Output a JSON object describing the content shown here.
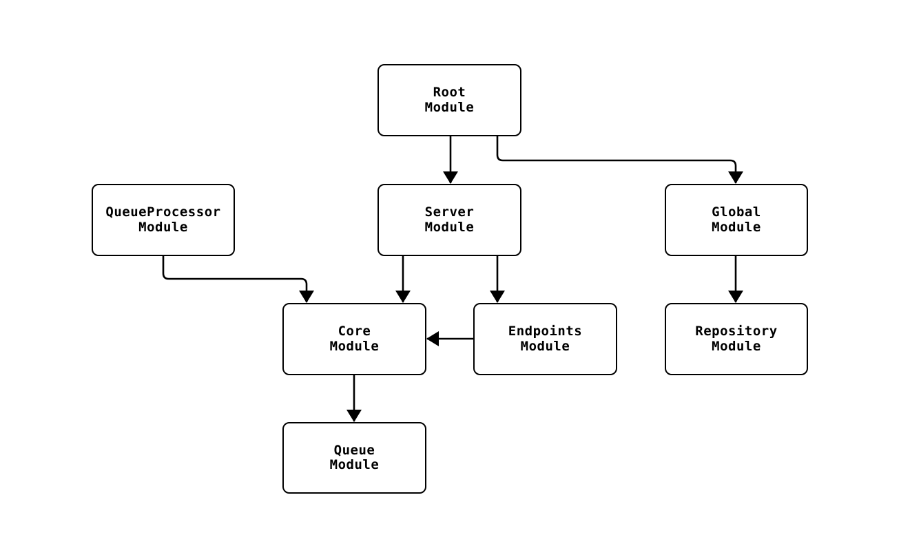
{
  "diagram": {
    "background_color": "#ffffff",
    "node_fill_color": "#ffffff",
    "stroke_color": "#000000",
    "text_color": "#000000",
    "nodes": [
      {
        "id": "root",
        "line1": "Root",
        "line2": "Module"
      },
      {
        "id": "queueprocessor",
        "line1": "QueueProcessor",
        "line2": "Module"
      },
      {
        "id": "server",
        "line1": "Server",
        "line2": "Module"
      },
      {
        "id": "global",
        "line1": "Global",
        "line2": "Module"
      },
      {
        "id": "core",
        "line1": "Core",
        "line2": "Module"
      },
      {
        "id": "endpoints",
        "line1": "Endpoints",
        "line2": "Module"
      },
      {
        "id": "repository",
        "line1": "Repository",
        "line2": "Module"
      },
      {
        "id": "queue",
        "line1": "Queue",
        "line2": "Module"
      }
    ],
    "edges": [
      {
        "from": "Root Module",
        "to": "Server Module",
        "arrow": "filled-triangle"
      },
      {
        "from": "Root Module",
        "to": "Global Module",
        "arrow": "filled-triangle"
      },
      {
        "from": "QueueProcessor Module",
        "to": "Core Module",
        "arrow": "filled-triangle"
      },
      {
        "from": "Server Module",
        "to": "Core Module",
        "arrow": "filled-triangle"
      },
      {
        "from": "Server Module",
        "to": "Endpoints Module",
        "arrow": "filled-triangle"
      },
      {
        "from": "Endpoints Module",
        "to": "Core Module",
        "arrow": "filled-triangle"
      },
      {
        "from": "Global Module",
        "to": "Repository Module",
        "arrow": "filled-triangle"
      },
      {
        "from": "Core Module",
        "to": "Queue Module",
        "arrow": "filled-triangle"
      }
    ]
  }
}
